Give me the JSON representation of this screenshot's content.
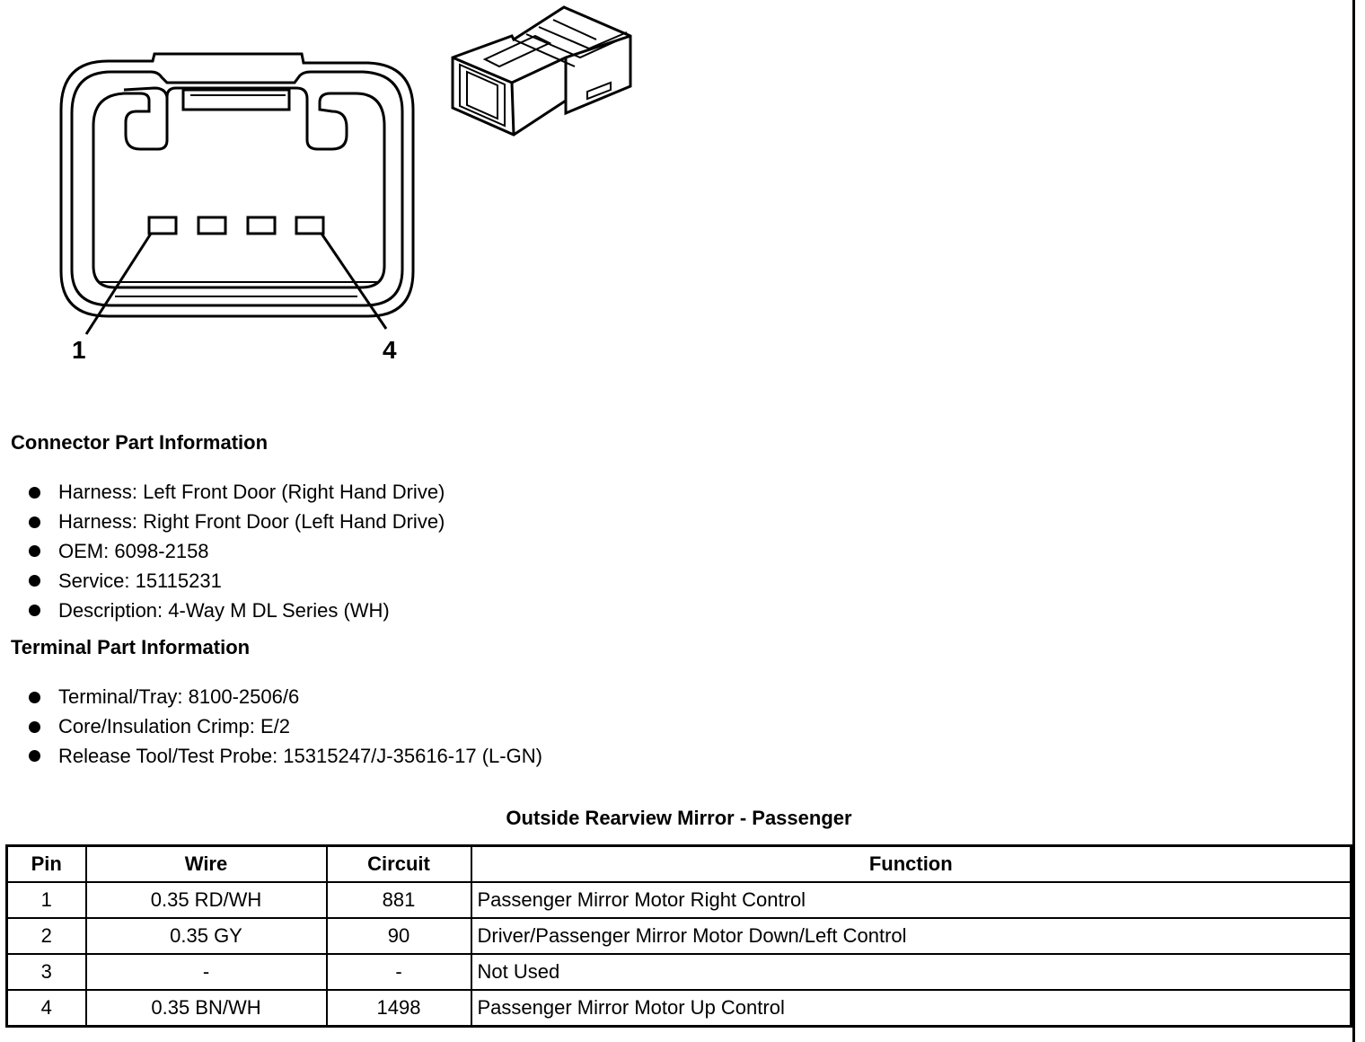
{
  "connector_view": {
    "pin_label_first": "1",
    "pin_label_last": "4"
  },
  "connector_info": {
    "heading": "Connector Part Information",
    "items": [
      "Harness: Left Front Door (Right Hand Drive)",
      "Harness: Right Front Door (Left Hand Drive)",
      "OEM: 6098-2158",
      "Service: 15115231",
      "Description: 4-Way M DL Series (WH)"
    ]
  },
  "terminal_info": {
    "heading": "Terminal Part Information",
    "items": [
      "Terminal/Tray: 8100-2506/6",
      "Core/Insulation Crimp: E/2",
      "Release Tool/Test Probe: 15315247/J-35616-17 (L-GN)"
    ]
  },
  "pin_table": {
    "title": "Outside Rearview Mirror - Passenger",
    "headers": [
      "Pin",
      "Wire",
      "Circuit",
      "Function"
    ],
    "rows": [
      [
        "1",
        "0.35 RD/WH",
        "881",
        "Passenger Mirror Motor Right Control"
      ],
      [
        "2",
        "0.35 GY",
        "90",
        "Driver/Passenger Mirror Motor Down/Left Control"
      ],
      [
        "3",
        "-",
        "-",
        "Not Used"
      ],
      [
        "4",
        "0.35 BN/WH",
        "1498",
        "Passenger Mirror Motor Up Control"
      ]
    ]
  }
}
